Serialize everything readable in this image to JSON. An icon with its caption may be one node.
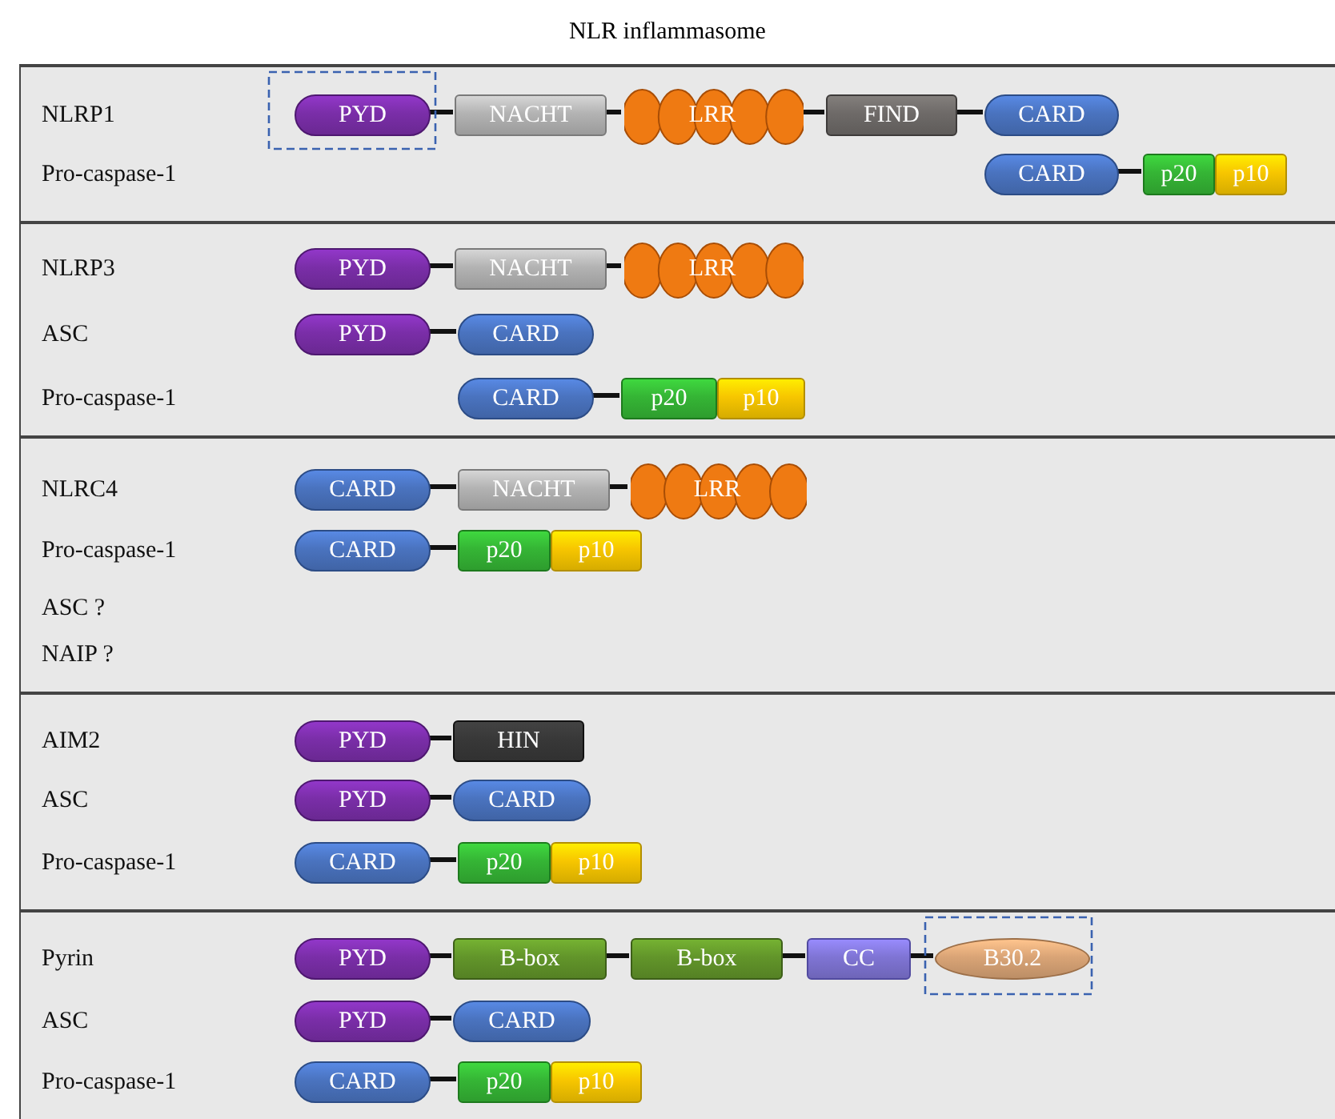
{
  "diagram": {
    "title": "NLR inflammasome",
    "nodes": [
      {
        "text": [
          "NLRP1",
          "Pro-caspase-1"
        ]
      },
      {
        "text": [
          "PYD"
        ],
        "in": 0
      },
      {
        "text": [
          "NACHT"
        ],
        "in": 0
      },
      {
        "text": [
          "LRR"
        ],
        "in": 0
      },
      {
        "text": [
          "FIND"
        ],
        "in": 0
      },
      {
        "text": [
          "CARD"
        ],
        "in": 0
      },
      {
        "text": [
          "CARD"
        ],
        "in": 0
      },
      {
        "text": [
          "p20"
        ],
        "in": 0
      },
      {
        "text": [
          "p10"
        ],
        "in": 0
      },
      {
        "text": [
          "NLRP3",
          "ASC",
          "Pro-caspase-1"
        ]
      },
      {
        "text": [
          "PYD"
        ],
        "in": 9
      },
      {
        "text": [
          "NACHT"
        ],
        "in": 9
      },
      {
        "text": [
          "LRR"
        ],
        "in": 9
      },
      {
        "text": [
          "PYD"
        ],
        "in": 9
      },
      {
        "text": [
          "CARD"
        ],
        "in": 9
      },
      {
        "text": [
          "CARD"
        ],
        "in": 9
      },
      {
        "text": [
          "p20"
        ],
        "in": 9
      },
      {
        "text": [
          "p10"
        ],
        "in": 9
      },
      {
        "text": [
          "NLRC4",
          "Pro-caspase-1",
          "ASC ?",
          "NAIP ?"
        ]
      },
      {
        "text": [
          "CARD"
        ],
        "in": 18
      },
      {
        "text": [
          "NACHT"
        ],
        "in": 18
      },
      {
        "text": [
          "LRR"
        ],
        "in": 18
      },
      {
        "text": [
          "CARD"
        ],
        "in": 18
      },
      {
        "text": [
          "p20"
        ],
        "in": 18
      },
      {
        "text": [
          "p10"
        ],
        "in": 18
      },
      {
        "text": [
          "AIM2",
          "ASC",
          "Pro-caspase-1"
        ]
      },
      {
        "text": [
          "PYD"
        ],
        "in": 25
      },
      {
        "text": [
          "HIN"
        ],
        "in": 25
      },
      {
        "text": [
          "PYD"
        ],
        "in": 25
      },
      {
        "text": [
          "CARD"
        ],
        "in": 25
      },
      {
        "text": [
          "CARD"
        ],
        "in": 25
      },
      {
        "text": [
          "p20"
        ],
        "in": 25
      },
      {
        "text": [
          "p10"
        ],
        "in": 25
      },
      {
        "text": [
          "Pyrin",
          "ASC",
          "Pro-caspase-1"
        ]
      },
      {
        "text": [
          "PYD"
        ],
        "in": 33
      },
      {
        "text": [
          "B-box"
        ],
        "in": 33
      },
      {
        "text": [
          "B-box"
        ],
        "in": 33
      },
      {
        "text": [
          "CC"
        ],
        "in": 33
      },
      {
        "text": [
          "B30.2"
        ],
        "in": 33
      },
      {
        "text": [
          "PYD"
        ],
        "in": 33
      },
      {
        "text": [
          "CARD"
        ],
        "in": 33
      },
      {
        "text": [
          "CARD"
        ],
        "in": 33
      },
      {
        "text": [
          "p20"
        ],
        "in": 33
      },
      {
        "text": [
          "p10"
        ],
        "in": 33
      }
    ],
    "edges": [
      {
        "from": 1,
        "to": 2,
        "arrow": "none"
      },
      {
        "from": 2,
        "to": 3,
        "arrow": "none"
      },
      {
        "from": 3,
        "to": 4,
        "arrow": "none"
      },
      {
        "from": 4,
        "to": 5,
        "arrow": "none"
      },
      {
        "from": 6,
        "to": 7,
        "arrow": "none"
      },
      {
        "from": 10,
        "to": 11,
        "arrow": "none"
      },
      {
        "from": 11,
        "to": 12,
        "arrow": "none"
      },
      {
        "from": 13,
        "to": 14,
        "arrow": "none"
      },
      {
        "from": 15,
        "to": 16,
        "arrow": "none"
      },
      {
        "from": 19,
        "to": 20,
        "arrow": "none"
      },
      {
        "from": 20,
        "to": 21,
        "arrow": "none"
      },
      {
        "from": 22,
        "to": 23,
        "arrow": "none"
      },
      {
        "from": 26,
        "to": 27,
        "arrow": "none"
      },
      {
        "from": 28,
        "to": 29,
        "arrow": "none"
      },
      {
        "from": 30,
        "to": 31,
        "arrow": "none"
      },
      {
        "from": 34,
        "to": 35,
        "arrow": "none"
      },
      {
        "from": 35,
        "to": 36,
        "arrow": "none"
      },
      {
        "from": 36,
        "to": 37,
        "arrow": "none"
      },
      {
        "from": 37,
        "to": 38,
        "arrow": "none"
      },
      {
        "from": 39,
        "to": 40,
        "arrow": "none"
      },
      {
        "from": 41,
        "to": 42,
        "arrow": "none"
      }
    ]
  }
}
